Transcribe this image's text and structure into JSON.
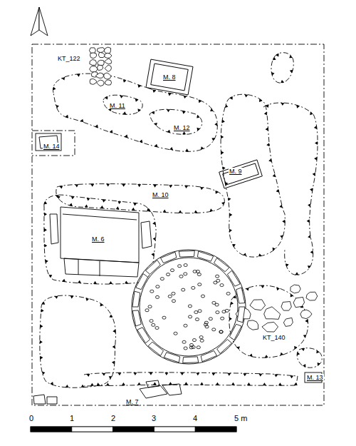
{
  "diagram": {
    "labels": [
      "KT_122",
      "M. 8",
      "M. 11",
      "M. 12",
      "M. 14",
      "M. 9",
      "M. 10",
      "M. 6",
      "KT_140",
      "M. 13",
      "M. 7",
      "0",
      "1",
      "2",
      "3",
      "4",
      "5 m"
    ]
  }
}
